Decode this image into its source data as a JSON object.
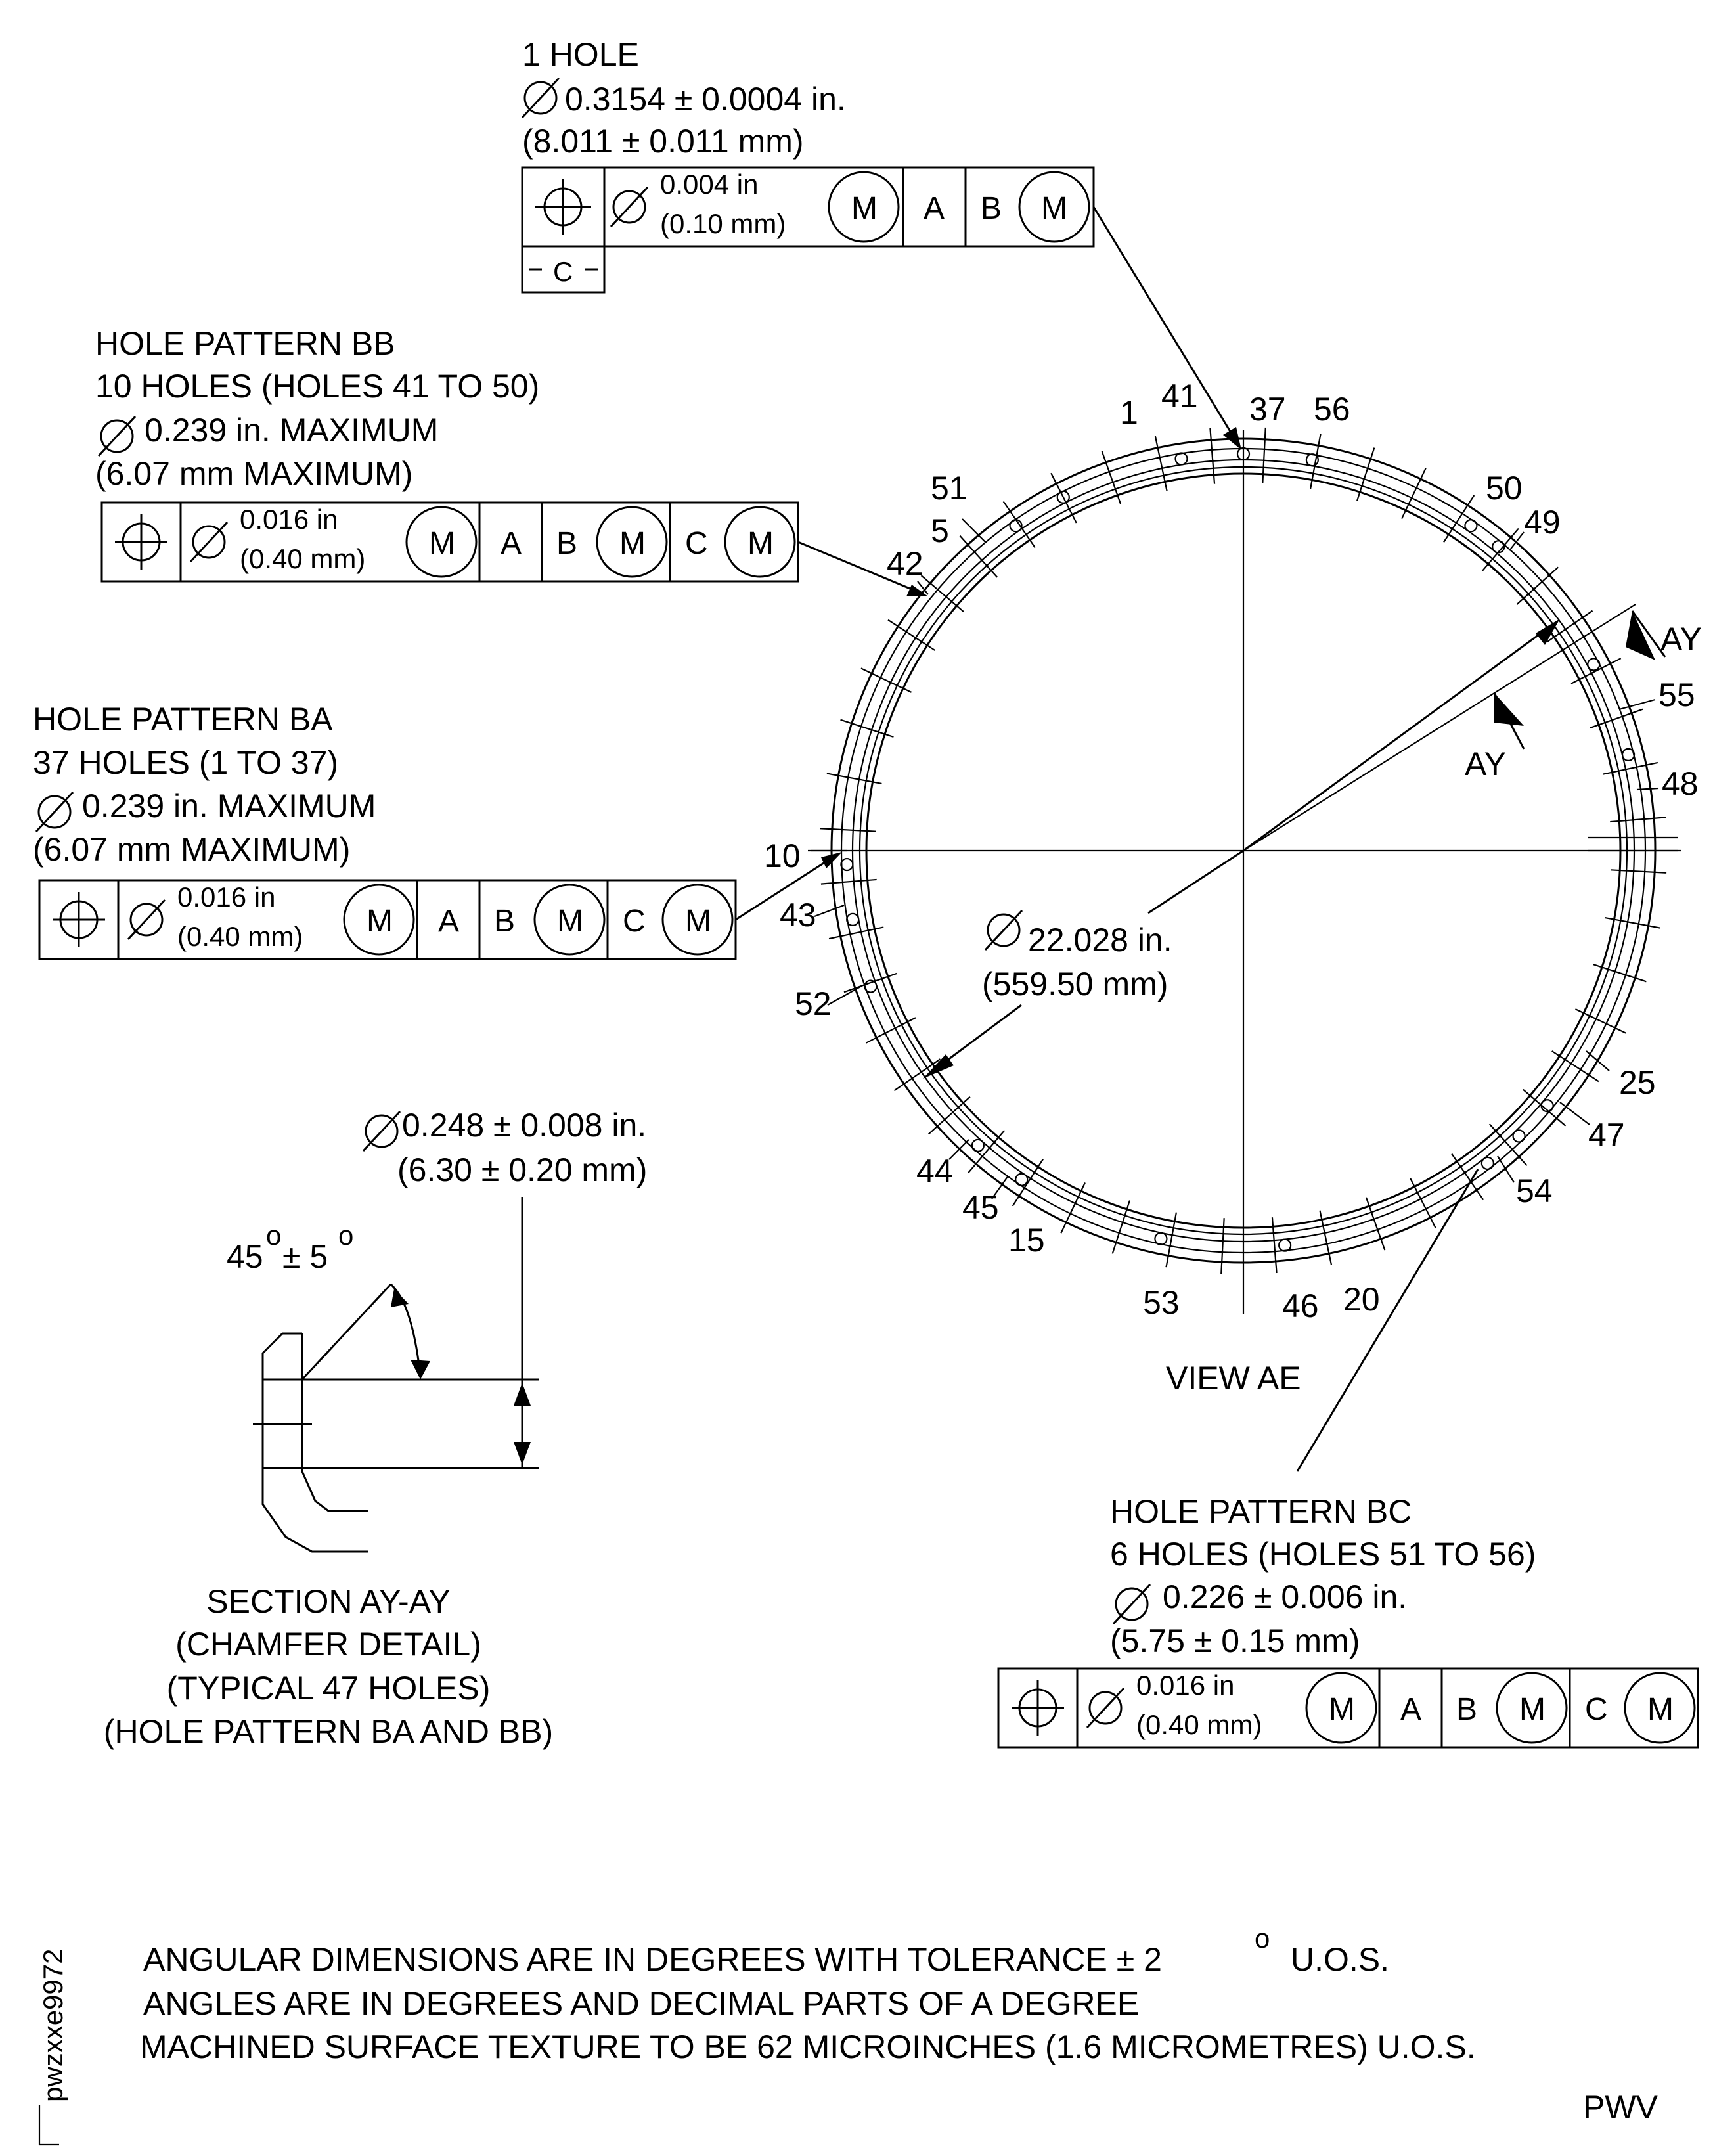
{
  "view_label": "VIEW AE",
  "center_diameter": {
    "in": "22.028 in.",
    "mm": "(559.50 mm)"
  },
  "one_hole": {
    "title": "1 HOLE",
    "dia": "0.3154 ± 0.0004 in.",
    "mm": "(8.011 ± 0.011 mm)",
    "fcf": {
      "tol_in": "0.004 in",
      "tol_mm": "(0.10 mm)",
      "mod1": "M",
      "datum_a": "A",
      "datum_b": "B",
      "mod2": "M",
      "datum_id": "C"
    }
  },
  "pattern_bb": {
    "title": "HOLE PATTERN BB",
    "holes": "10 HOLES (HOLES 41 TO 50)",
    "dia": "0.239 in. MAXIMUM",
    "mm": "(6.07 mm MAXIMUM)",
    "fcf": {
      "tol_in": "0.016 in",
      "tol_mm": "(0.40 mm)",
      "mod1": "M",
      "datum_a": "A",
      "datum_b": "B",
      "mod2": "M",
      "datum_c": "C",
      "mod3": "M"
    }
  },
  "pattern_ba": {
    "title": "HOLE PATTERN BA",
    "holes": "37 HOLES (1 TO 37)",
    "dia": "0.239 in. MAXIMUM",
    "mm": "(6.07 mm MAXIMUM)",
    "fcf": {
      "tol_in": "0.016 in",
      "tol_mm": "(0.40 mm)",
      "mod1": "M",
      "datum_a": "A",
      "datum_b": "B",
      "mod2": "M",
      "datum_c": "C",
      "mod3": "M"
    }
  },
  "pattern_bc": {
    "title": "HOLE PATTERN BC",
    "holes": "6 HOLES (HOLES 51 TO 56)",
    "dia": "0.226 ± 0.006 in.",
    "mm": "(5.75 ± 0.15 mm)",
    "fcf": {
      "tol_in": "0.016 in",
      "tol_mm": "(0.40 mm)",
      "mod1": "M",
      "datum_a": "A",
      "datum_b": "B",
      "mod2": "M",
      "datum_c": "C",
      "mod3": "M"
    }
  },
  "chamfer": {
    "angle_main": "45",
    "angle_tol": "± 5",
    "deg": "o",
    "dia": "0.248 ± 0.008 in.",
    "mm": "(6.30 ± 0.20 mm)",
    "section_title": "SECTION AY-AY",
    "line2": "(CHAMFER DETAIL)",
    "line3": "(TYPICAL 47 HOLES)",
    "line4": "(HOLE PATTERN BA AND BB)"
  },
  "section_marker": "AY",
  "hole_labels": [
    {
      "label": "1"
    },
    {
      "label": "41"
    },
    {
      "label": "37"
    },
    {
      "label": "56"
    },
    {
      "label": "50"
    },
    {
      "label": "49"
    },
    {
      "label": "51"
    },
    {
      "label": "5"
    },
    {
      "label": "42"
    },
    {
      "label": "55"
    },
    {
      "label": "48"
    },
    {
      "label": "10"
    },
    {
      "label": "43"
    },
    {
      "label": "52"
    },
    {
      "label": "25"
    },
    {
      "label": "47"
    },
    {
      "label": "54"
    },
    {
      "label": "44"
    },
    {
      "label": "45"
    },
    {
      "label": "15"
    },
    {
      "label": "53"
    },
    {
      "label": "46"
    },
    {
      "label": "20"
    }
  ],
  "notes": {
    "line1": "ANGULAR DIMENSIONS ARE IN DEGREES WITH TOLERANCE ± 2",
    "line1_deg": "o",
    "line1_end": "U.O.S.",
    "line2": "ANGLES ARE IN DEGREES AND DECIMAL PARTS OF A DEGREE",
    "line3": "MACHINED SURFACE TEXTURE TO BE 62 MICROINCHES (1.6 MICROMETRES) U.O.S."
  },
  "figure_id": "pwzxxe9972",
  "corner_tag": "PWV"
}
